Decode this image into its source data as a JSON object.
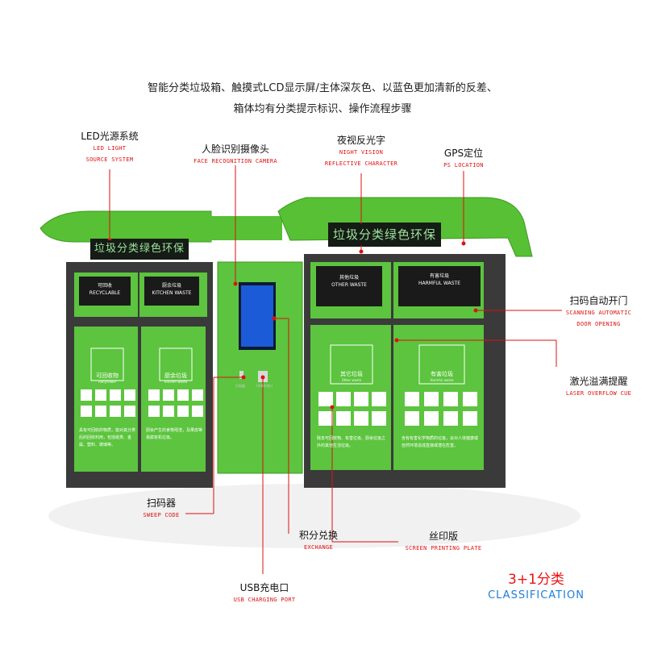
{
  "intro": {
    "line1": "智能分类垃圾箱、触摸式LCD显示屏/主体深灰色、以蓝色更加清新的反差、",
    "line2": "箱体均有分类提示标识、操作流程步骤"
  },
  "led_signs": {
    "left": "垃圾分类绿色环保",
    "right": "垃圾分类绿色环保"
  },
  "bins": {
    "recyclable": {
      "cn": "可回收",
      "en": "RECYCLABLE"
    },
    "kitchen": {
      "cn": "厨余垃圾",
      "en": "KITCHEN WASTE"
    },
    "other": {
      "cn": "其他垃圾",
      "en": "OTHER WASTE"
    },
    "harmful": {
      "cn": "有害垃圾",
      "en": "HARMFUL WASTE"
    }
  },
  "panels": {
    "recyclable": {
      "title": "可回收物",
      "sub": "Recyclable",
      "desc": "具有可回收的物质，能对其分类后的回收利用，包括纸类、金属、塑料、玻璃等。"
    },
    "kitchen": {
      "title": "厨余垃圾",
      "sub": "Kitchen waste",
      "desc": "厨余产生的食物残渣，及果皮等易腐有机垃圾。"
    },
    "other": {
      "title": "其它垃圾",
      "sub": "Other waste",
      "desc": "除去可回收物、有害垃圾、厨余垃圾之外的其他生活垃圾。"
    },
    "harmful": {
      "title": "有害垃圾",
      "sub": "Harmful waste",
      "desc": "含有有害化学物质的垃圾，会对人体健康或自然环境造成直接或潜在危害。"
    }
  },
  "center_unit": {
    "scan_label": "扫码器",
    "usb_label": "USB充电口"
  },
  "callouts": {
    "led_light": {
      "cn": "LED光源系统",
      "en1": "LED LIGHT",
      "en2": "SOURCE SYSTEM"
    },
    "face_camera": {
      "cn": "人脸识别摄像头",
      "en1": "FACE RECOGNITION CAMERA"
    },
    "night_vision": {
      "cn": "夜视反光字",
      "en1": "NIGHT VISION",
      "en2": "REFLECTIVE CHARACTER"
    },
    "gps": {
      "cn": "GPS定位",
      "en1": "PS LOCATION"
    },
    "scan_open": {
      "cn": "扫码自动开门",
      "en1": "SCANNING AUTOMATIC",
      "en2": "DOOR OPENING"
    },
    "laser": {
      "cn": "激光溢满提醒",
      "en1": "LASER OVERFLOW CUE"
    },
    "sweep_code": {
      "cn": "扫码器",
      "en1": "SWEEP CODE"
    },
    "exchange": {
      "cn": "积分兑换",
      "en1": "EXCHANGE"
    },
    "screen_print": {
      "cn": "丝印版",
      "en1": "SCREEN PRINTING PLATE"
    },
    "usb": {
      "cn": "USB充电口",
      "en1": "USB CHARGING PORT"
    }
  },
  "classification": {
    "cn": "3+1分类",
    "en": "CLASSIFICATION"
  },
  "colors": {
    "green": "#5cc43e",
    "dark_gray": "#3a3a3a",
    "callout_red": "#dd1111",
    "accent_blue": "#1f7fd6"
  }
}
